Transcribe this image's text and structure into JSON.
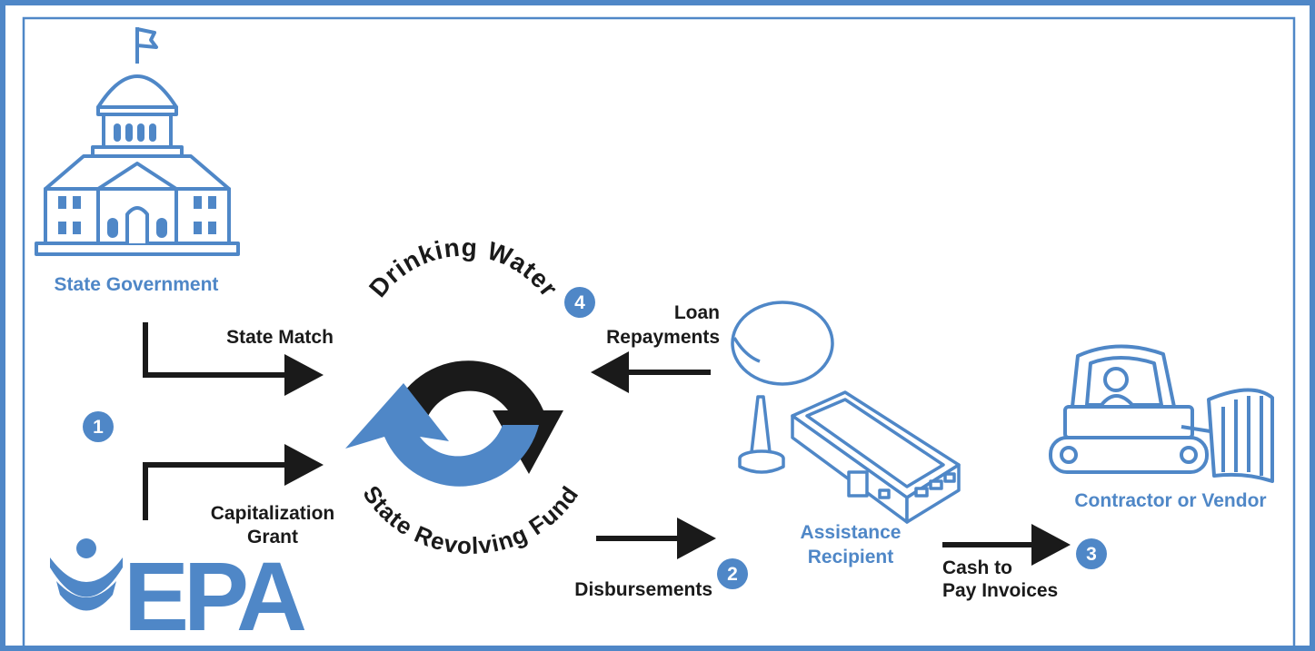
{
  "colors": {
    "accent": "#4f87c7",
    "ink": "#1a1a1a",
    "border": "#4f87c7",
    "background": "#ffffff"
  },
  "icons": [
    "capitol-building-icon",
    "epa-logo-icon",
    "water-tower-icon",
    "bulldozer-icon",
    "revolving-arrows-icon"
  ],
  "labels": {
    "state_government": "State Government",
    "state_match": "State Match",
    "capitalization": "Capitalization",
    "grant": "Grant",
    "drinking_water": "Drinking Water",
    "state_revolving_fund": "State Revolving Fund",
    "loan": "Loan",
    "repayments": "Repayments",
    "disbursements": "Disbursements",
    "assistance": "Assistance",
    "recipient": "Recipient",
    "cash_to": "Cash to",
    "pay_invoices": "Pay Invoices",
    "contractor_or_vendor": "Contractor or Vendor",
    "epa_logo_text": "EPA"
  },
  "steps": [
    "1",
    "2",
    "3",
    "4"
  ]
}
